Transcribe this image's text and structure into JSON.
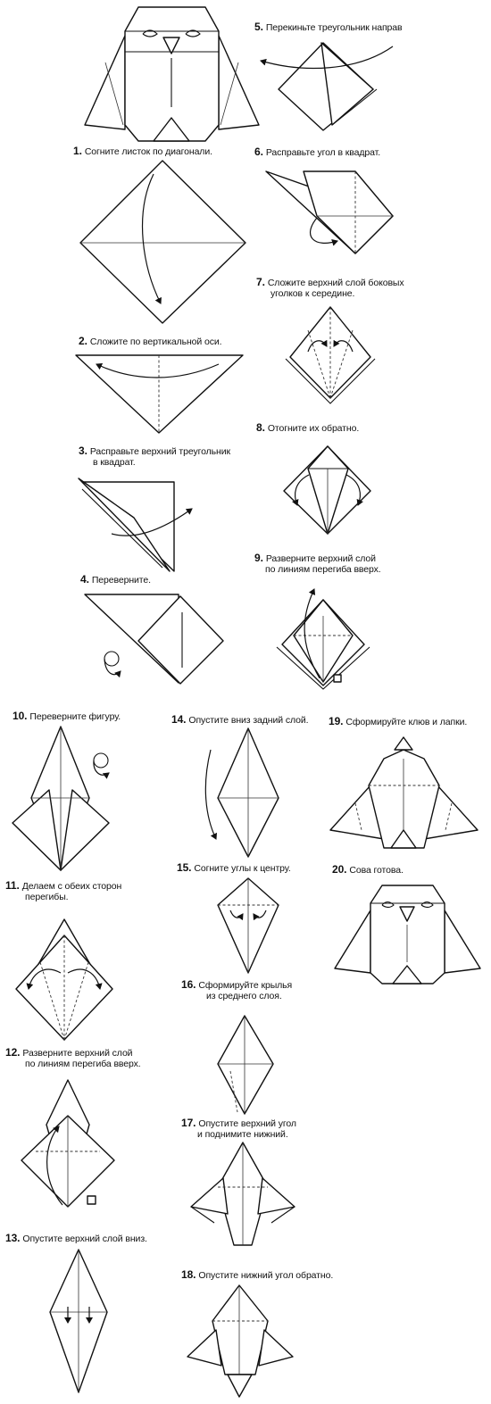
{
  "steps": [
    {
      "num": "1.",
      "line1": "Согните листок по диагонали.",
      "line2": ""
    },
    {
      "num": "2.",
      "line1": "Сложите по вертикальной оси.",
      "line2": ""
    },
    {
      "num": "3.",
      "line1": "Расправьте верхний треугольник",
      "line2": "в квадрат."
    },
    {
      "num": "4.",
      "line1": "Переверните.",
      "line2": ""
    },
    {
      "num": "5.",
      "line1": "Перекиньте треугольник направ",
      "line2": ""
    },
    {
      "num": "6.",
      "line1": "Расправьте угол в квадрат.",
      "line2": ""
    },
    {
      "num": "7.",
      "line1": "Сложите верхний слой боковых",
      "line2": "уголков к середине."
    },
    {
      "num": "8.",
      "line1": "Отогните их обратно.",
      "line2": ""
    },
    {
      "num": "9.",
      "line1": "Разверните верхний слой",
      "line2": "по линиям перегиба вверх."
    },
    {
      "num": "10.",
      "line1": "Переверните фигуру.",
      "line2": ""
    },
    {
      "num": "11.",
      "line1": "Делаем с обеих сторон",
      "line2": "перегибы."
    },
    {
      "num": "12.",
      "line1": "Разверните верхний слой",
      "line2": "по линиям перегиба вверх."
    },
    {
      "num": "13.",
      "line1": "Опустите верхний слой вниз.",
      "line2": ""
    },
    {
      "num": "14.",
      "line1": "Опустите вниз задний слой.",
      "line2": ""
    },
    {
      "num": "15.",
      "line1": "Согните углы к центру.",
      "line2": ""
    },
    {
      "num": "16.",
      "line1": "Сформируйте крылья",
      "line2": "из среднего слоя."
    },
    {
      "num": "17.",
      "line1": "Опустите верхний угол",
      "line2": "и поднимите нижний."
    },
    {
      "num": "18.",
      "line1": "Опустите нижний угол обратно.",
      "line2": ""
    },
    {
      "num": "19.",
      "line1": "Сформируйте клюв и лапки.",
      "line2": ""
    },
    {
      "num": "20.",
      "line1": "Сова готова.",
      "line2": ""
    }
  ]
}
